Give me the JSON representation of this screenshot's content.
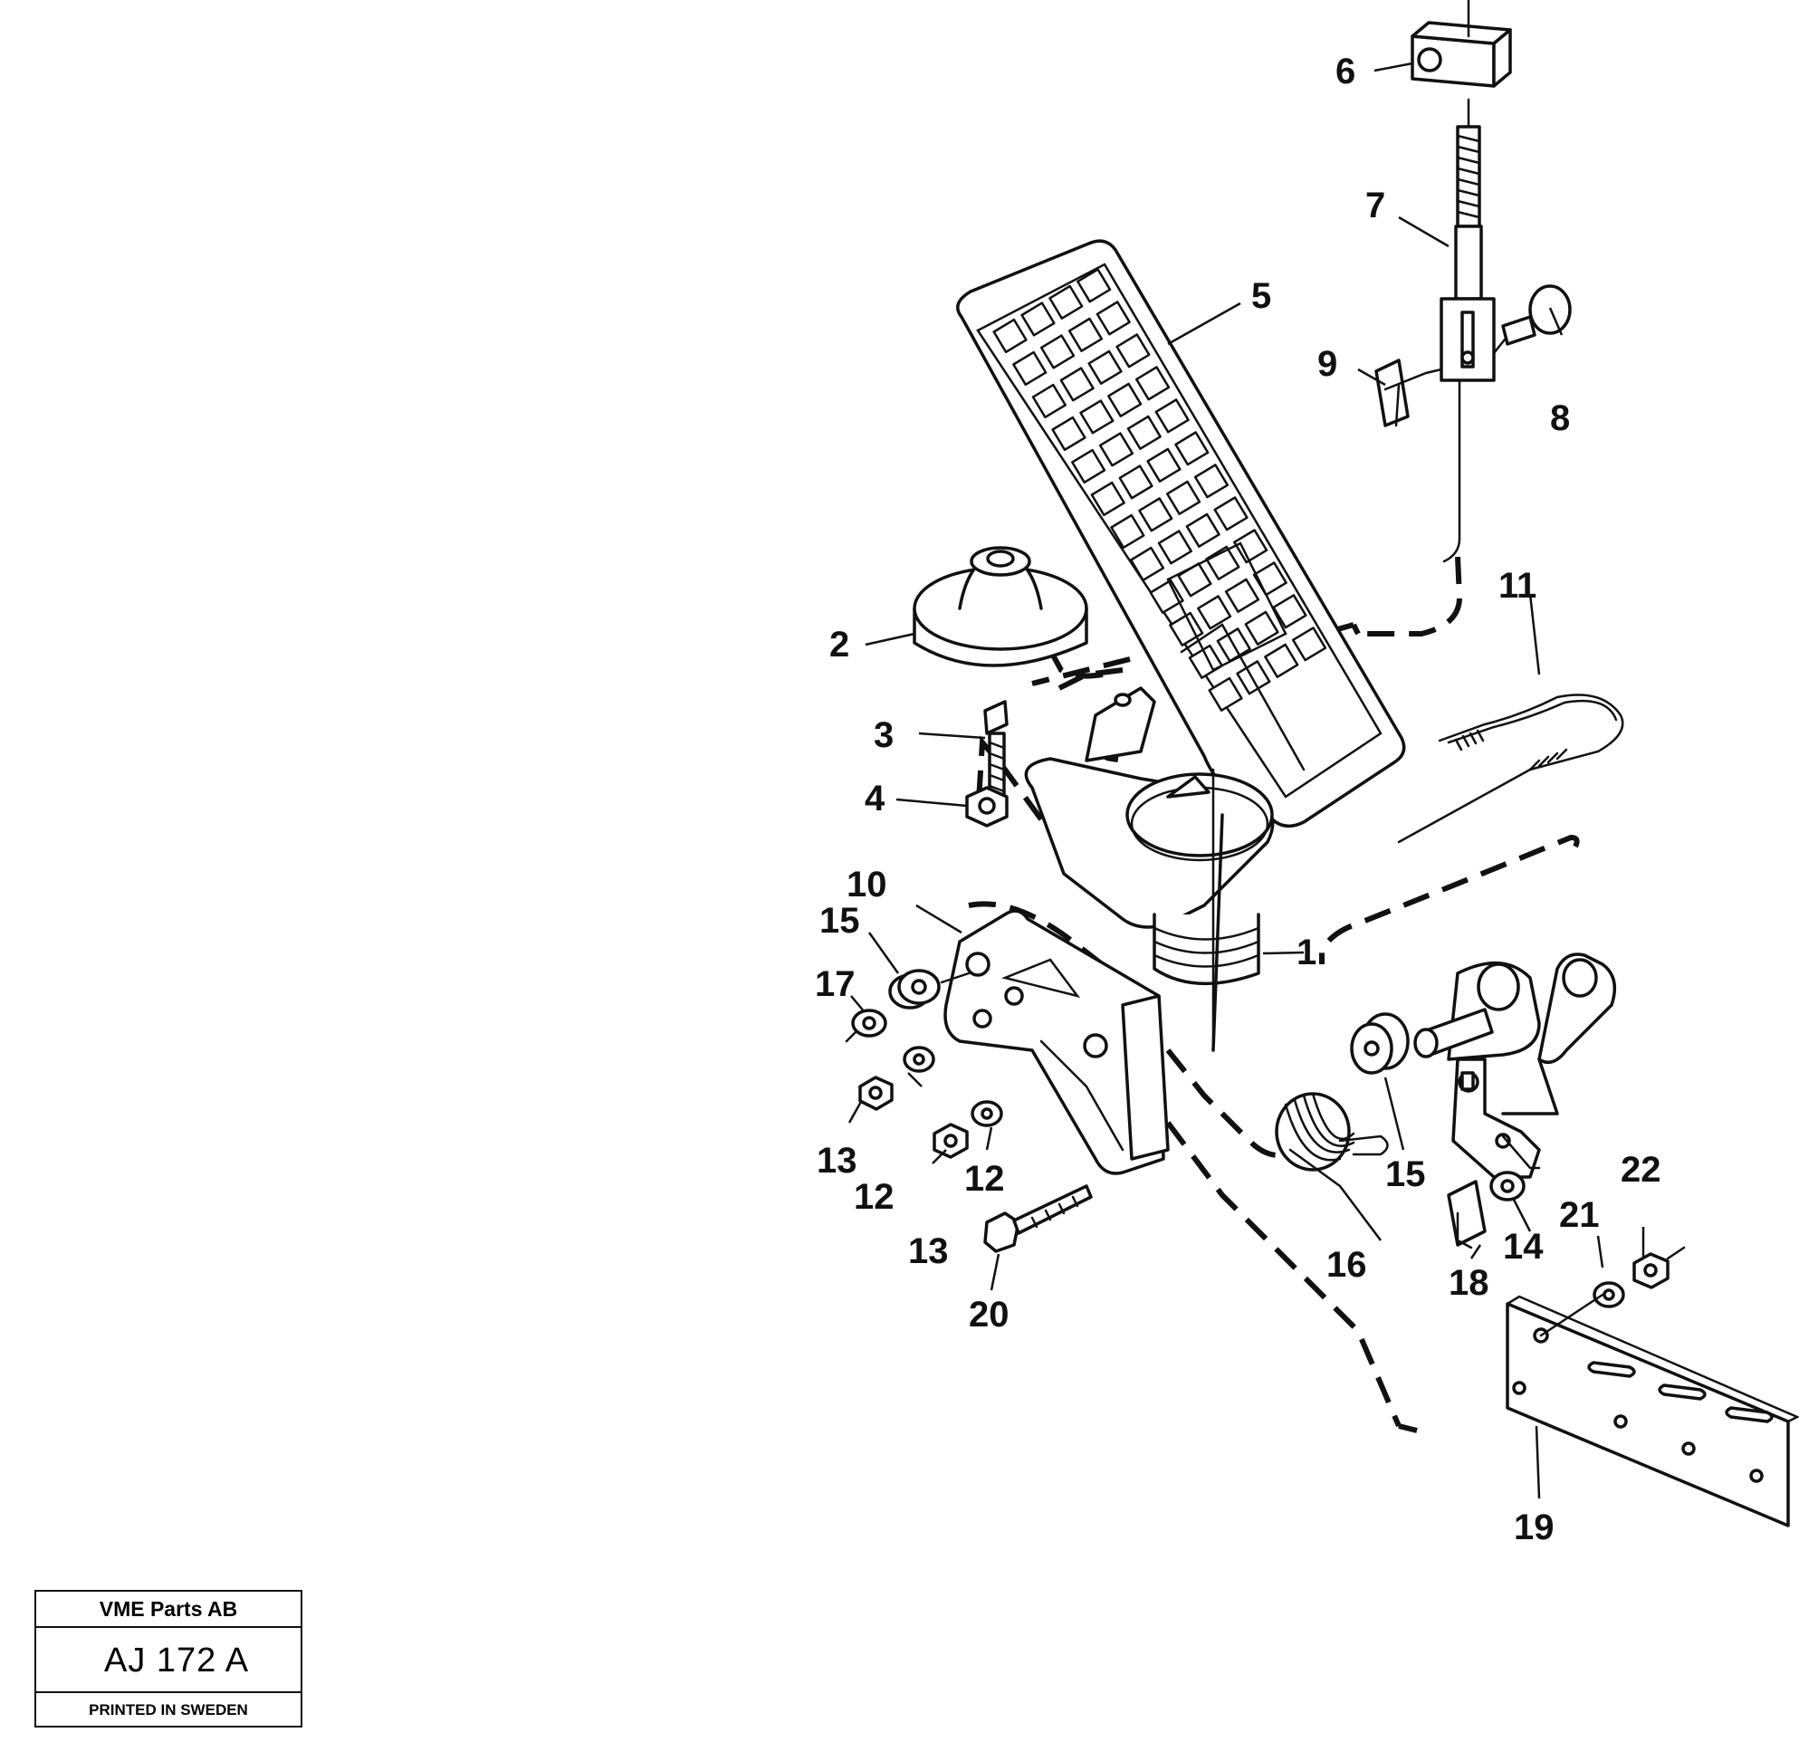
{
  "figure": {
    "callouts": [
      "1",
      "2",
      "3",
      "4",
      "5",
      "6",
      "7",
      "8",
      "9",
      "10",
      "11",
      "12",
      "12",
      "13",
      "13",
      "14",
      "15",
      "15",
      "16",
      "17",
      "18",
      "19",
      "20",
      "21",
      "22"
    ]
  },
  "title_block": {
    "company": "VME Parts AB",
    "drawing_code": "AJ 172  A",
    "printed": "PRINTED IN SWEDEN"
  },
  "colors": {
    "ink": "#111111",
    "paper": "#ffffff"
  }
}
